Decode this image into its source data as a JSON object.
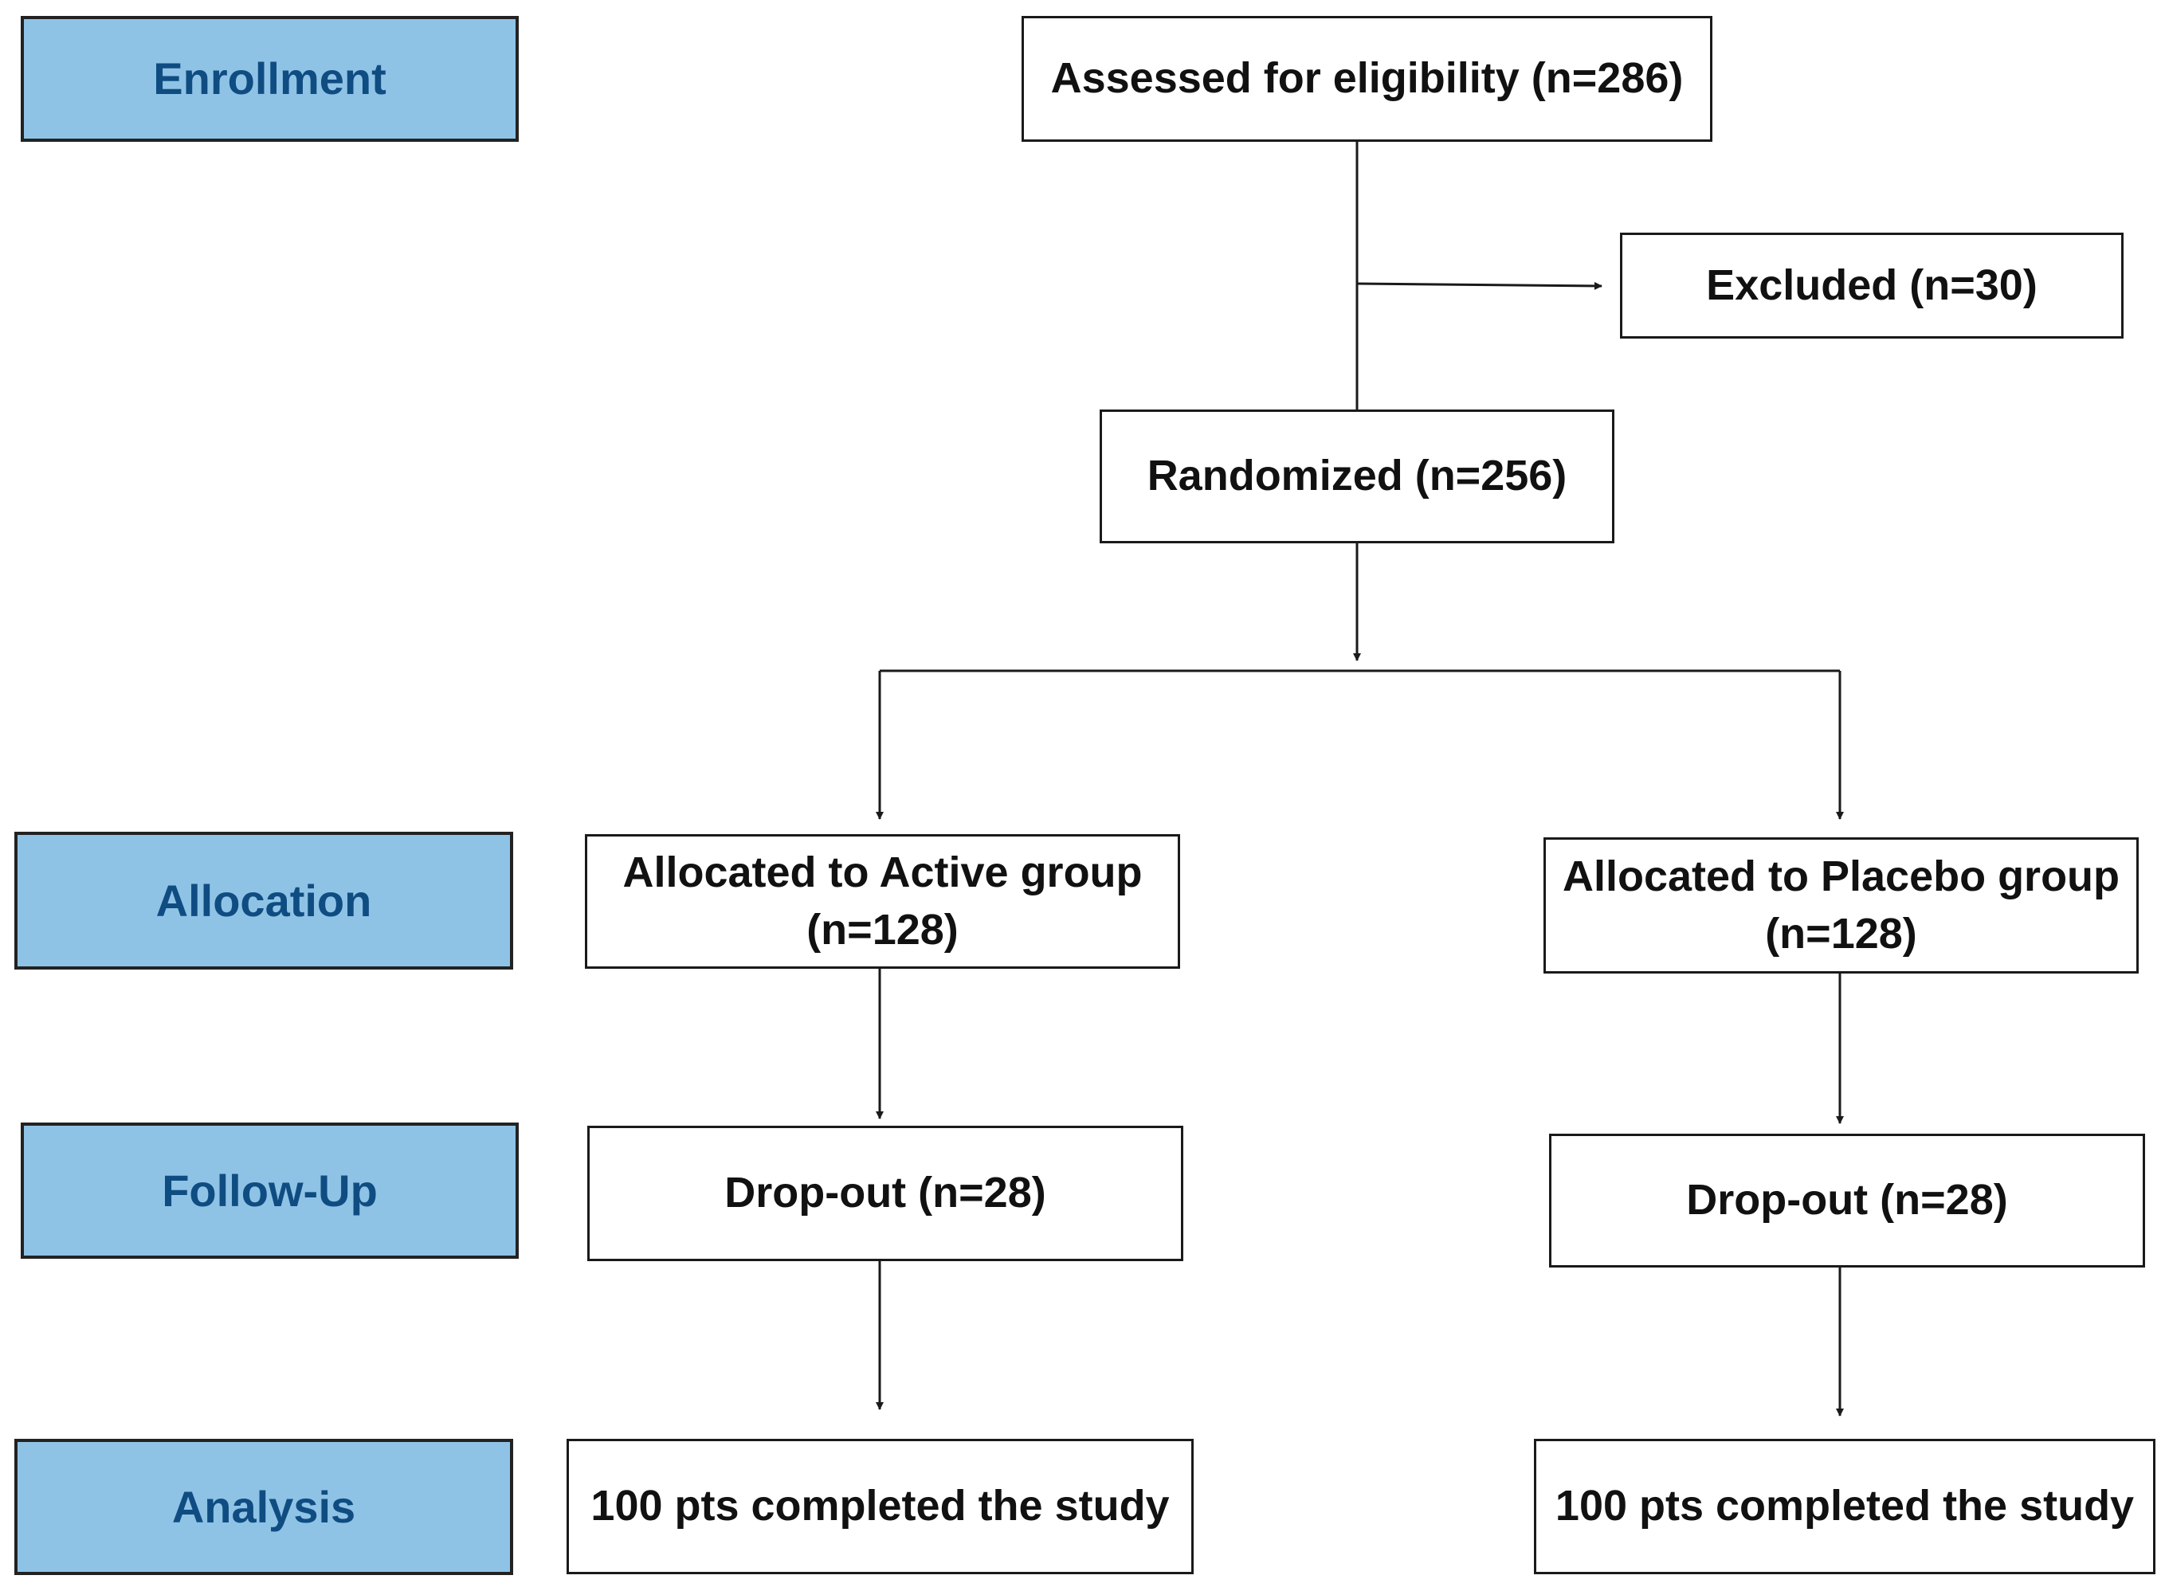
{
  "stages": {
    "enrollment": "Enrollment",
    "allocation": "Allocation",
    "follow_up": "Follow-Up",
    "analysis": "Analysis"
  },
  "boxes": {
    "assessed": "Assessed for eligibility (n=286)",
    "excluded": "Excluded (n=30)",
    "randomized": "Randomized (n=256)",
    "active_line1": "Allocated to Active group",
    "active_line2": "(n=128)",
    "placebo_line1": "Allocated to Placebo group",
    "placebo_line2": "(n=128)",
    "active_dropout": "Drop-out (n=28)",
    "placebo_dropout": "Drop-out (n=28)",
    "active_completed": "100 pts completed the study",
    "placebo_completed": "100 pts completed the study"
  },
  "colors": {
    "stage_fill": "#8fc3e6",
    "stage_text": "#0f4c81",
    "line": "#1a1a1a"
  }
}
